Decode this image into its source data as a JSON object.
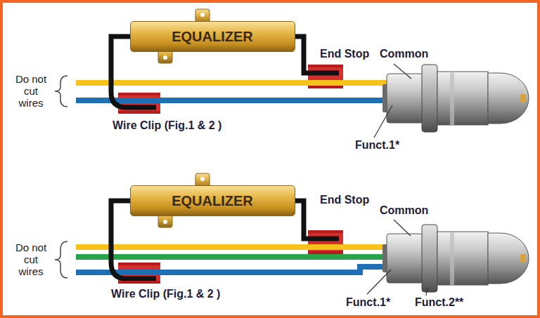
{
  "diagram": {
    "nodes": [
      {
        "text": [
          "EQUALIZER"
        ]
      },
      {
        "text": [
          "EQUALIZER"
        ]
      }
    ],
    "labels": [
      "Do not cut wires",
      "Wire Clip (Fig.1 & 2 )",
      "End Stop",
      "Common",
      "Funct.1*",
      "Do not cut wires",
      "Wire Clip (Fig.1 & 2 )",
      "End Stop",
      "Common",
      "Funct.1*",
      "Funct.2**"
    ]
  }
}
